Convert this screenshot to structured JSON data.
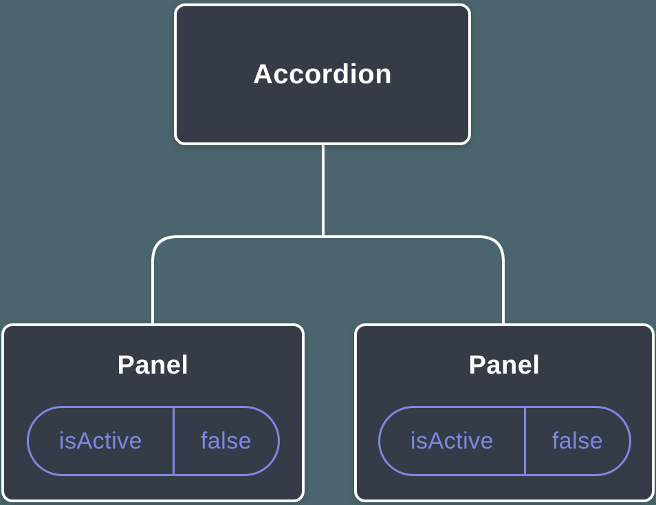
{
  "theme": {
    "background": "#4B656F",
    "node_fill": "#353C48",
    "node_border": "#FFFFFF",
    "connector": "#FFFFFF",
    "accent": "#8186E2",
    "title_color": "#FFFFFF"
  },
  "diagram": {
    "type": "component-tree",
    "root": {
      "label": "Accordion"
    },
    "children": [
      {
        "label": "Panel",
        "state": {
          "name": "isActive",
          "value": "false"
        }
      },
      {
        "label": "Panel",
        "state": {
          "name": "isActive",
          "value": "false"
        }
      }
    ]
  }
}
